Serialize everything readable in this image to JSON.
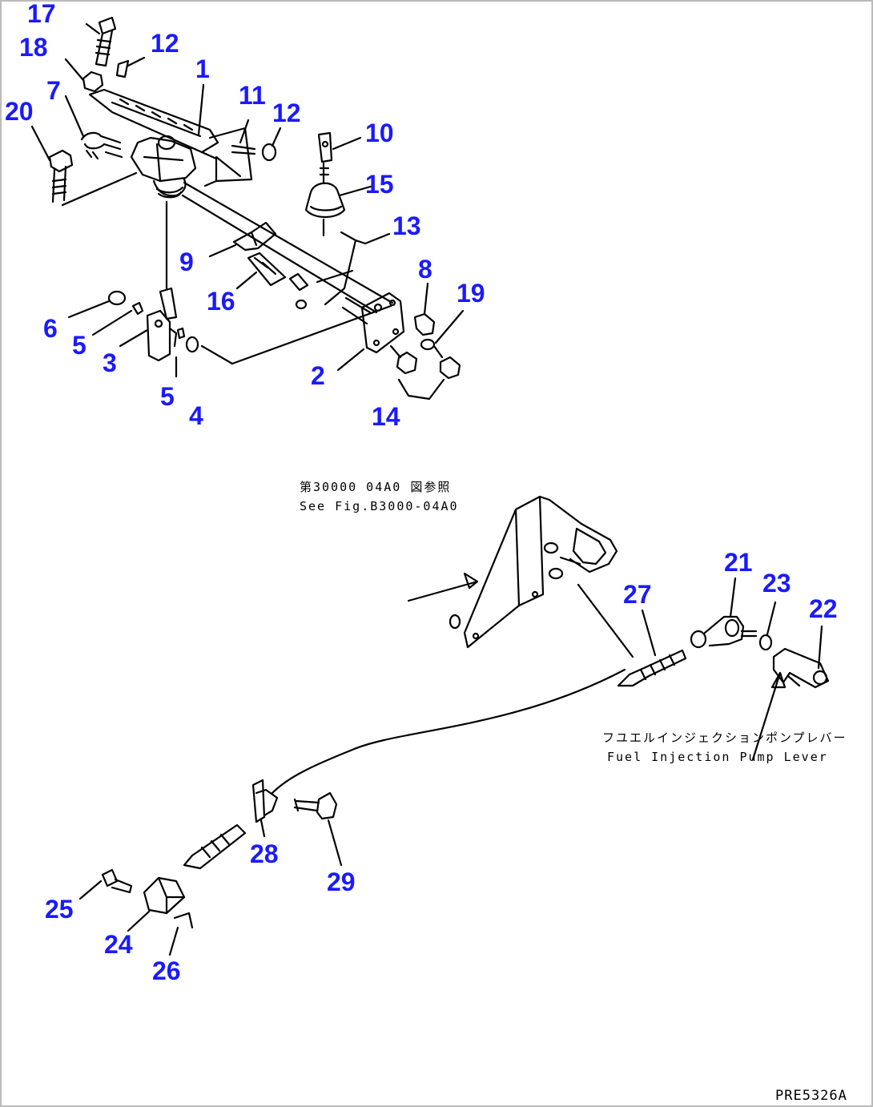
{
  "callouts": [
    "1",
    "2",
    "3",
    "4",
    "5",
    "5",
    "6",
    "7",
    "8",
    "9",
    "10",
    "11",
    "12",
    "12",
    "13",
    "14",
    "15",
    "16",
    "17",
    "18",
    "19",
    "20",
    "21",
    "22",
    "23",
    "24",
    "25",
    "26",
    "27",
    "28",
    "29"
  ],
  "reference": {
    "jp": "第30000 04A0 図参照",
    "en": "See Fig.B3000-04A0"
  },
  "pump_lever": {
    "jp": "フユエルインジェクションポンプレバー",
    "en": "Fuel Injection Pump Lever"
  },
  "drawing_code": "PRE5326A",
  "colors": {
    "callout": "#1a1aff",
    "line": "#000000",
    "frame": "#bbbbbb"
  }
}
